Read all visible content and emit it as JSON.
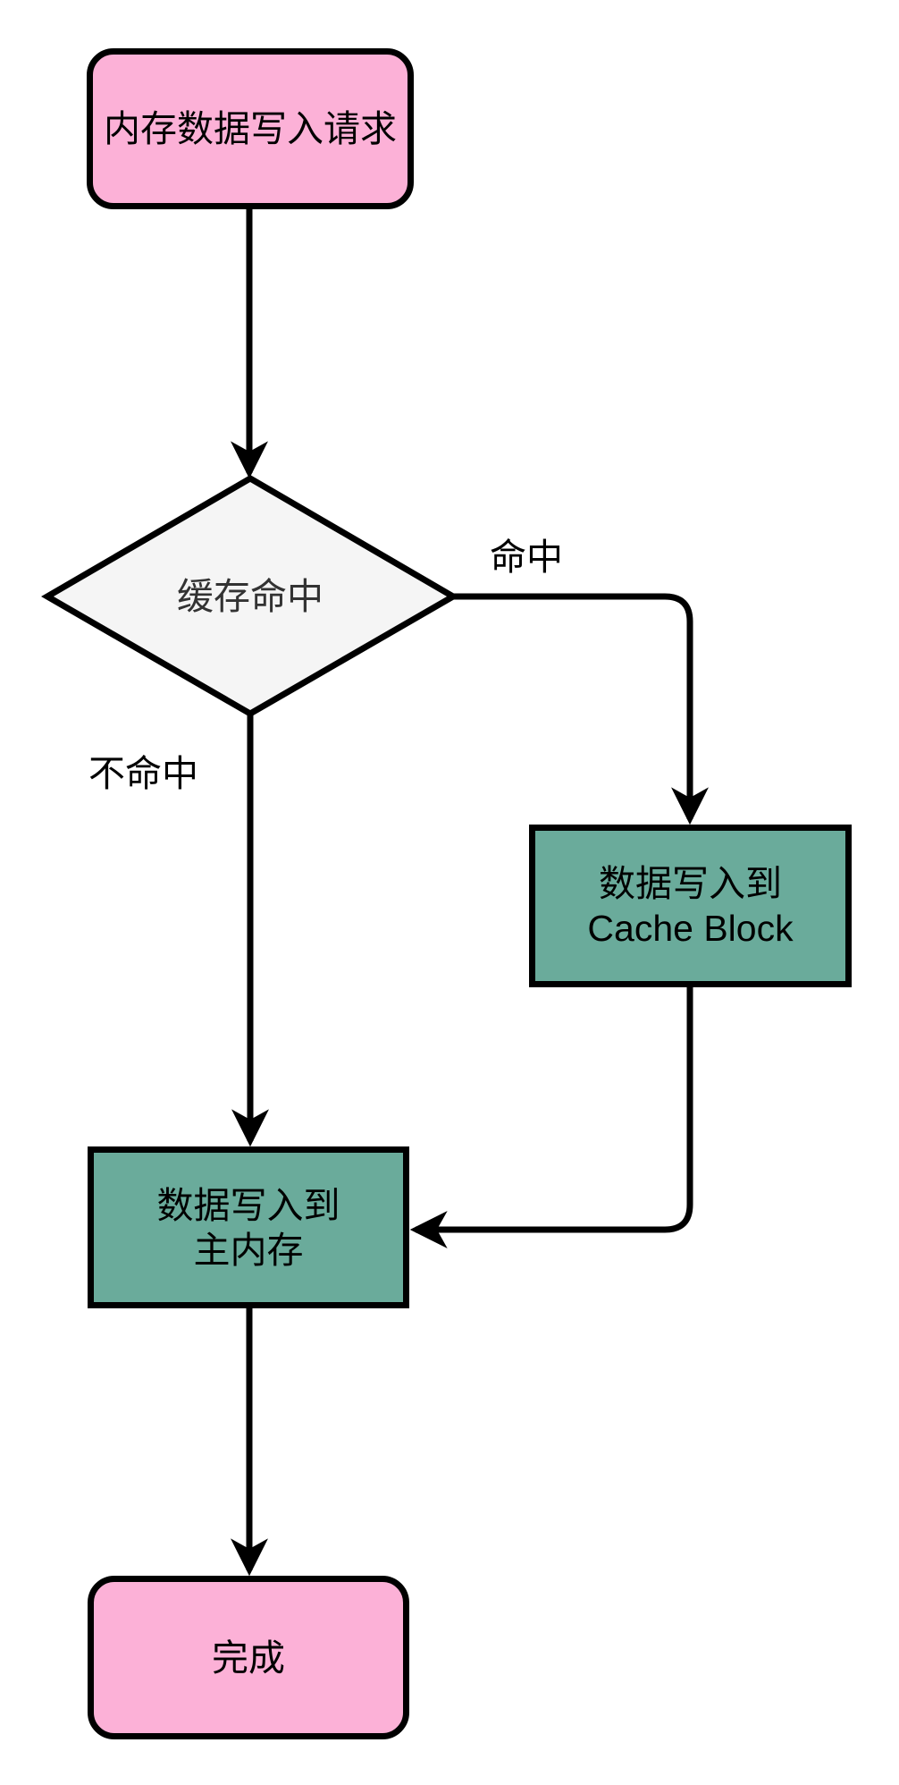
{
  "flowchart": {
    "background": "#ffffff",
    "stroke_color": "#000000",
    "nodes": {
      "start": {
        "label": "内存数据写入请求",
        "shape": "rounded-rect",
        "fill": "#fcb1d7"
      },
      "decision": {
        "label": "缓存命中",
        "shape": "diamond",
        "fill": "#f5f5f5",
        "text_color": "#333333"
      },
      "cache_block": {
        "lines": [
          "数据写入到",
          "Cache Block"
        ],
        "shape": "rect",
        "fill": "#6aab9b"
      },
      "main_memory": {
        "lines": [
          "数据写入到",
          "主内存"
        ],
        "shape": "rect",
        "fill": "#6aab9b"
      },
      "done": {
        "label": "完成",
        "shape": "rounded-rect",
        "fill": "#fcb1d7"
      }
    },
    "edge_labels": {
      "hit": "命中",
      "miss": "不命中"
    }
  }
}
